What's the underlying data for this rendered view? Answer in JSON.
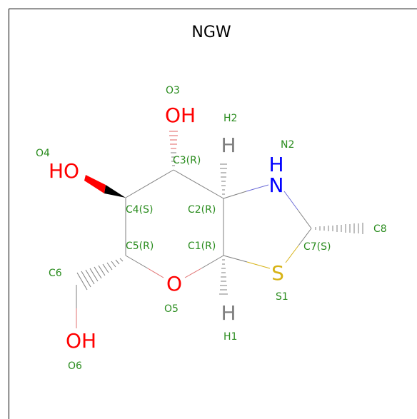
{
  "title": "NGW",
  "colors": {
    "carbon_bond": "#7f7f7f",
    "label": "#2a8c1e",
    "oxygen": "#ff0000",
    "nitrogen": "#0000ff",
    "sulfur": "#d7b316",
    "hydrogen": "#7f7f7f"
  },
  "atoms": {
    "oh3": "OH",
    "ho4": "HO",
    "oh6": "OH",
    "o5": "O",
    "n2": "N",
    "n2h": "H",
    "s1": "S",
    "h2": "H",
    "h1": "H"
  },
  "labels": {
    "o3": "O3",
    "o4": "O4",
    "o5": "O5",
    "o6": "O6",
    "c1": "C1(R)",
    "c2": "C2(R)",
    "c3": "C3(R)",
    "c4": "C4(S)",
    "c5": "C5(R)",
    "c6": "C6",
    "c7": "C7(S)",
    "c8": "C8",
    "n2": "N2",
    "s1": "S1",
    "h1": "H1",
    "h2": "H2"
  }
}
